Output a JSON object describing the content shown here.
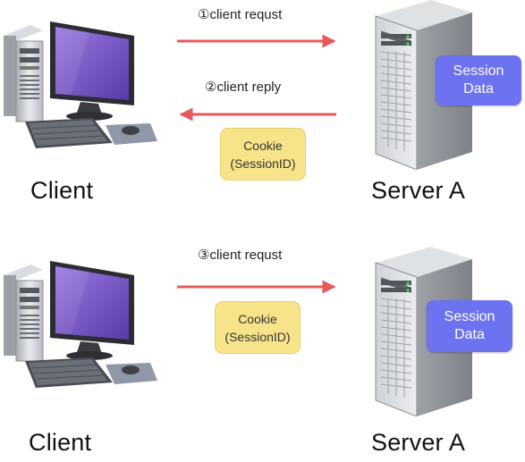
{
  "colors": {
    "arrow": "#e65a5a",
    "cookie_fill": "#f7e48a",
    "session_fill": "#6c72f0",
    "monitor_screen": "#7a55c8"
  },
  "top": {
    "request_label": "①client requst",
    "reply_label": "②client reply",
    "cookie": {
      "line1": "Cookie",
      "line2": "(SessionID)"
    },
    "session": {
      "line1": "Session",
      "line2": "Data"
    },
    "client_label": "Client",
    "server_label": "Server A"
  },
  "bottom": {
    "request_label": "③client requst",
    "cookie": {
      "line1": "Cookie",
      "line2": "(SessionID)"
    },
    "session": {
      "line1": "Session",
      "line2": "Data"
    },
    "client_label": "Client",
    "server_label": "Server A"
  },
  "icons": {
    "client": "desktop-computer-icon",
    "server": "server-tower-icon"
  }
}
